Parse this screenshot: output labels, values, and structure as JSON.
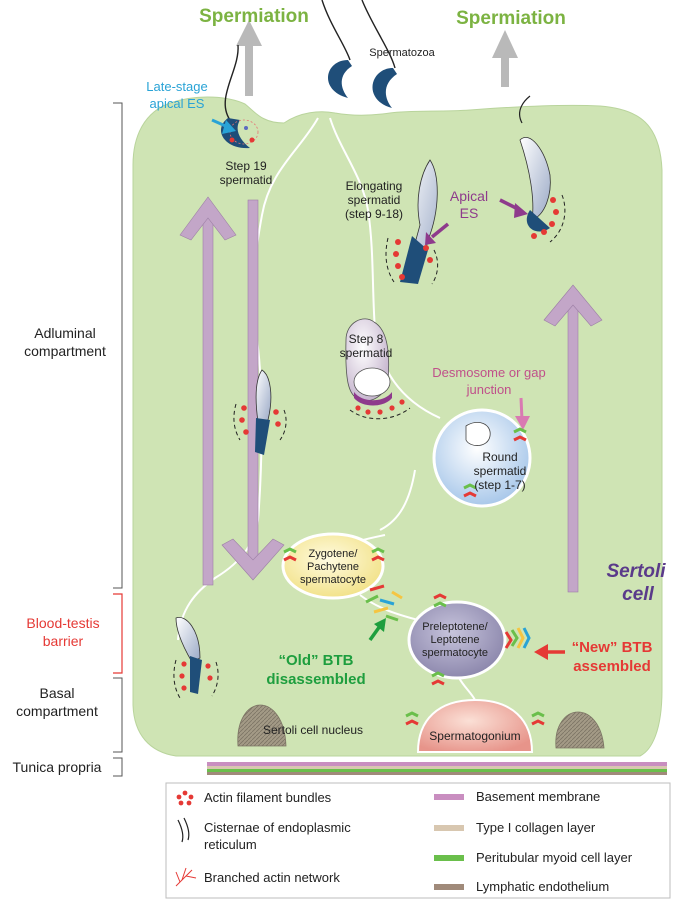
{
  "colors": {
    "sertoli_fill": "#cfe4b4",
    "arrow_purple": "#c3a6c8",
    "spermiation_green": "#7cb342",
    "blue_label": "#29a3d6",
    "purple_label": "#8e3a8c",
    "pink_label": "#c0508a",
    "red_label": "#e53935",
    "green_label": "#1e9e3e",
    "sertoli_label": "#5a3a8a",
    "basement": "#c98ec0",
    "collagen": "#d8c7b0",
    "myoid": "#6abf4b",
    "lymphatic": "#a08a7a"
  },
  "labels": {
    "spermiation_left": "Spermiation",
    "spermiation_right": "Spermiation",
    "spermatozoa": "Spermatozoa",
    "late_stage_1": "Late-stage",
    "late_stage_2": "apical ES",
    "step19_1": "Step 19",
    "step19_2": "spermatid",
    "elongating_1": "Elongating",
    "elongating_2": "spermatid",
    "elongating_3": "(step 9-18)",
    "apical_es_1": "Apical",
    "apical_es_2": "ES",
    "step8_1": "Step 8",
    "step8_2": "spermatid",
    "desmosome_1": "Desmosome or gap",
    "desmosome_2": "junction",
    "round_1": "Round",
    "round_2": "spermatid",
    "round_3": "(step 1-7)",
    "zygotene_1": "Zygotene/",
    "zygotene_2": "Pachytene",
    "zygotene_3": "spermatocyte",
    "prelep_1": "Preleptotene/",
    "prelep_2": "Leptotene",
    "prelep_3": "spermatocyte",
    "sertoli_1": "Sertoli",
    "sertoli_2": "cell",
    "old_btb_1": "“Old” BTB",
    "old_btb_2": "disassembled",
    "new_btb_1": "“New” BTB",
    "new_btb_2": "assembled",
    "sertoli_nucleus": "Sertoli cell nucleus",
    "spermatogonium": "Spermatogonium",
    "adluminal_1": "Adluminal",
    "adluminal_2": "compartment",
    "btb_1": "Blood-testis",
    "btb_2": "barrier",
    "basal_1": "Basal",
    "basal_2": "compartment",
    "tunica": "Tunica propria"
  },
  "legend": {
    "actin_bundles": "Actin filament bundles",
    "cisternae_1": "Cisternae of endoplasmic",
    "cisternae_2": "reticulum",
    "branched": "Branched actin network",
    "basement": "Basement membrane",
    "collagen": "Type I collagen layer",
    "myoid": "Peritubular myoid cell layer",
    "lymphatic": "Lymphatic endothelium"
  }
}
